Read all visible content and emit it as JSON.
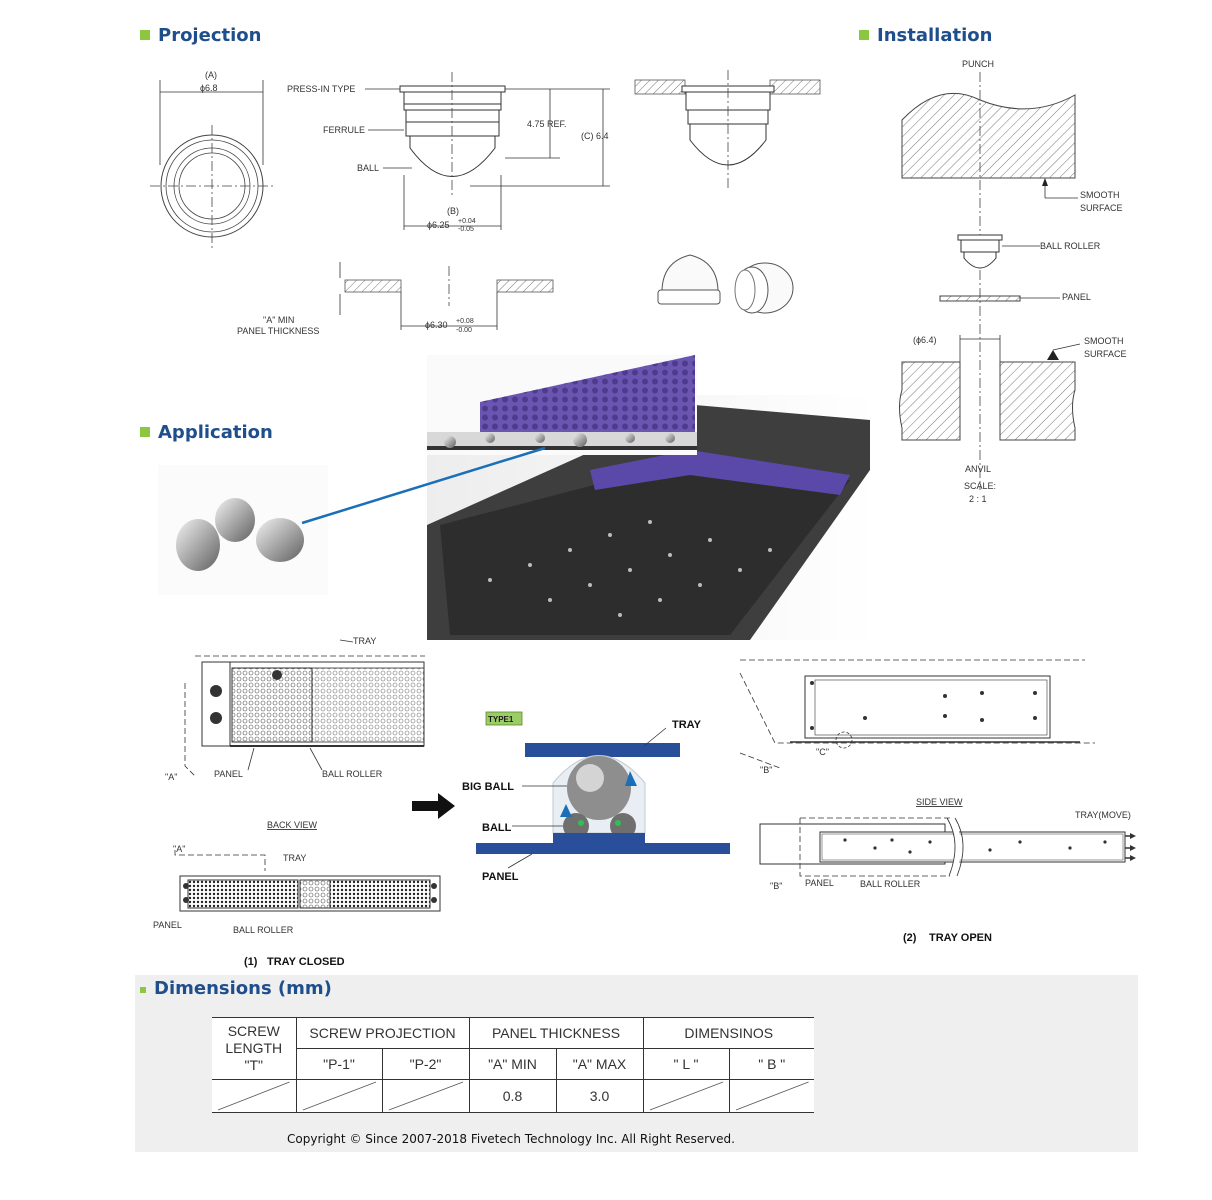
{
  "sections": {
    "projection": "Projection",
    "installation": "Installation",
    "application": "Application",
    "dimensions": "Dimensions (mm)"
  },
  "projection": {
    "dim_a_label": "(A)",
    "dim_a_value": "ϕ6.8",
    "press_in": "PRESS-IN TYPE",
    "ferrule": "FERRULE",
    "ball": "BALL",
    "ref": "4.75 REF.",
    "dim_c": "(C) 6.4",
    "dim_b_label": "(B)",
    "dim_b_value": "ϕ6.25",
    "dim_b_tol_up": "+0.04",
    "dim_b_tol_dn": "-0.05",
    "min_thickness_1": "\"A\" MIN",
    "min_thickness_2": "PANEL THICKNESS",
    "hole_value": "ϕ6.30",
    "hole_tol_up": "+0.08",
    "hole_tol_dn": "-0.00"
  },
  "installation": {
    "punch": "PUNCH",
    "smooth1": "SMOOTH",
    "surface1": "SURFACE",
    "ball_roller": "BALL ROLLER",
    "panel": "PANEL",
    "hole": "(ϕ6.4)",
    "smooth2": "SMOOTH",
    "surface2": "SURFACE",
    "anvil": "ANVIL",
    "scale": "SCALE:",
    "scale_value": "2 : 1"
  },
  "application": {
    "tray": "TRAY",
    "a_label": "\"A\"",
    "panel": "PANEL",
    "ball_roller": "BALL ROLLER",
    "back_view": "BACK VIEW",
    "a_label2": "\"A\"",
    "tray2": "TRAY",
    "panel2": "PANEL",
    "ball_roller2": "BALL ROLLER",
    "tray_closed_num": "(1)",
    "tray_closed": "TRAY CLOSED",
    "type1": "TYPE1",
    "center_tray": "TRAY",
    "big_ball": "BIG BALL",
    "center_ball": "BALL",
    "center_panel": "PANEL",
    "b_label": "\"B\"",
    "c_label": "\"C\"",
    "side_view": "SIDE VIEW",
    "tray_move": "TRAY(MOVE)",
    "b_label2": "\"B\"",
    "panel3": "PANEL",
    "ball_roller3": "BALL ROLLER",
    "tray_open_num": "(2)",
    "tray_open": "TRAY OPEN"
  },
  "dimensions_table": {
    "h_screw_length_1": "SCREW",
    "h_screw_length_2": "LENGTH",
    "h_screw_length_3": "\"T\"",
    "h_screw_projection": "SCREW PROJECTION",
    "h_panel_thickness": "PANEL THICKNESS",
    "h_dimensions": "DIMENSINOS",
    "sub_p1": "\"P-1\"",
    "sub_p2": "\"P-2\"",
    "sub_amin": "\"A\" MIN",
    "sub_amax": "\"A\" MAX",
    "sub_l": "\" L \"",
    "sub_b": "\" B \"",
    "val_amin": "0.8",
    "val_amax": "3.0"
  },
  "copyright": "Copyright © Since 2007-2018 Fivetech Technology Inc. All Right Reserved.",
  "colors": {
    "section_title": "#1f4e8c",
    "bullet": "#8dc63f",
    "tray_purple": "#6a55b0",
    "connector_blue": "#1b6fb8",
    "panel_blue": "#2a4f9a"
  }
}
